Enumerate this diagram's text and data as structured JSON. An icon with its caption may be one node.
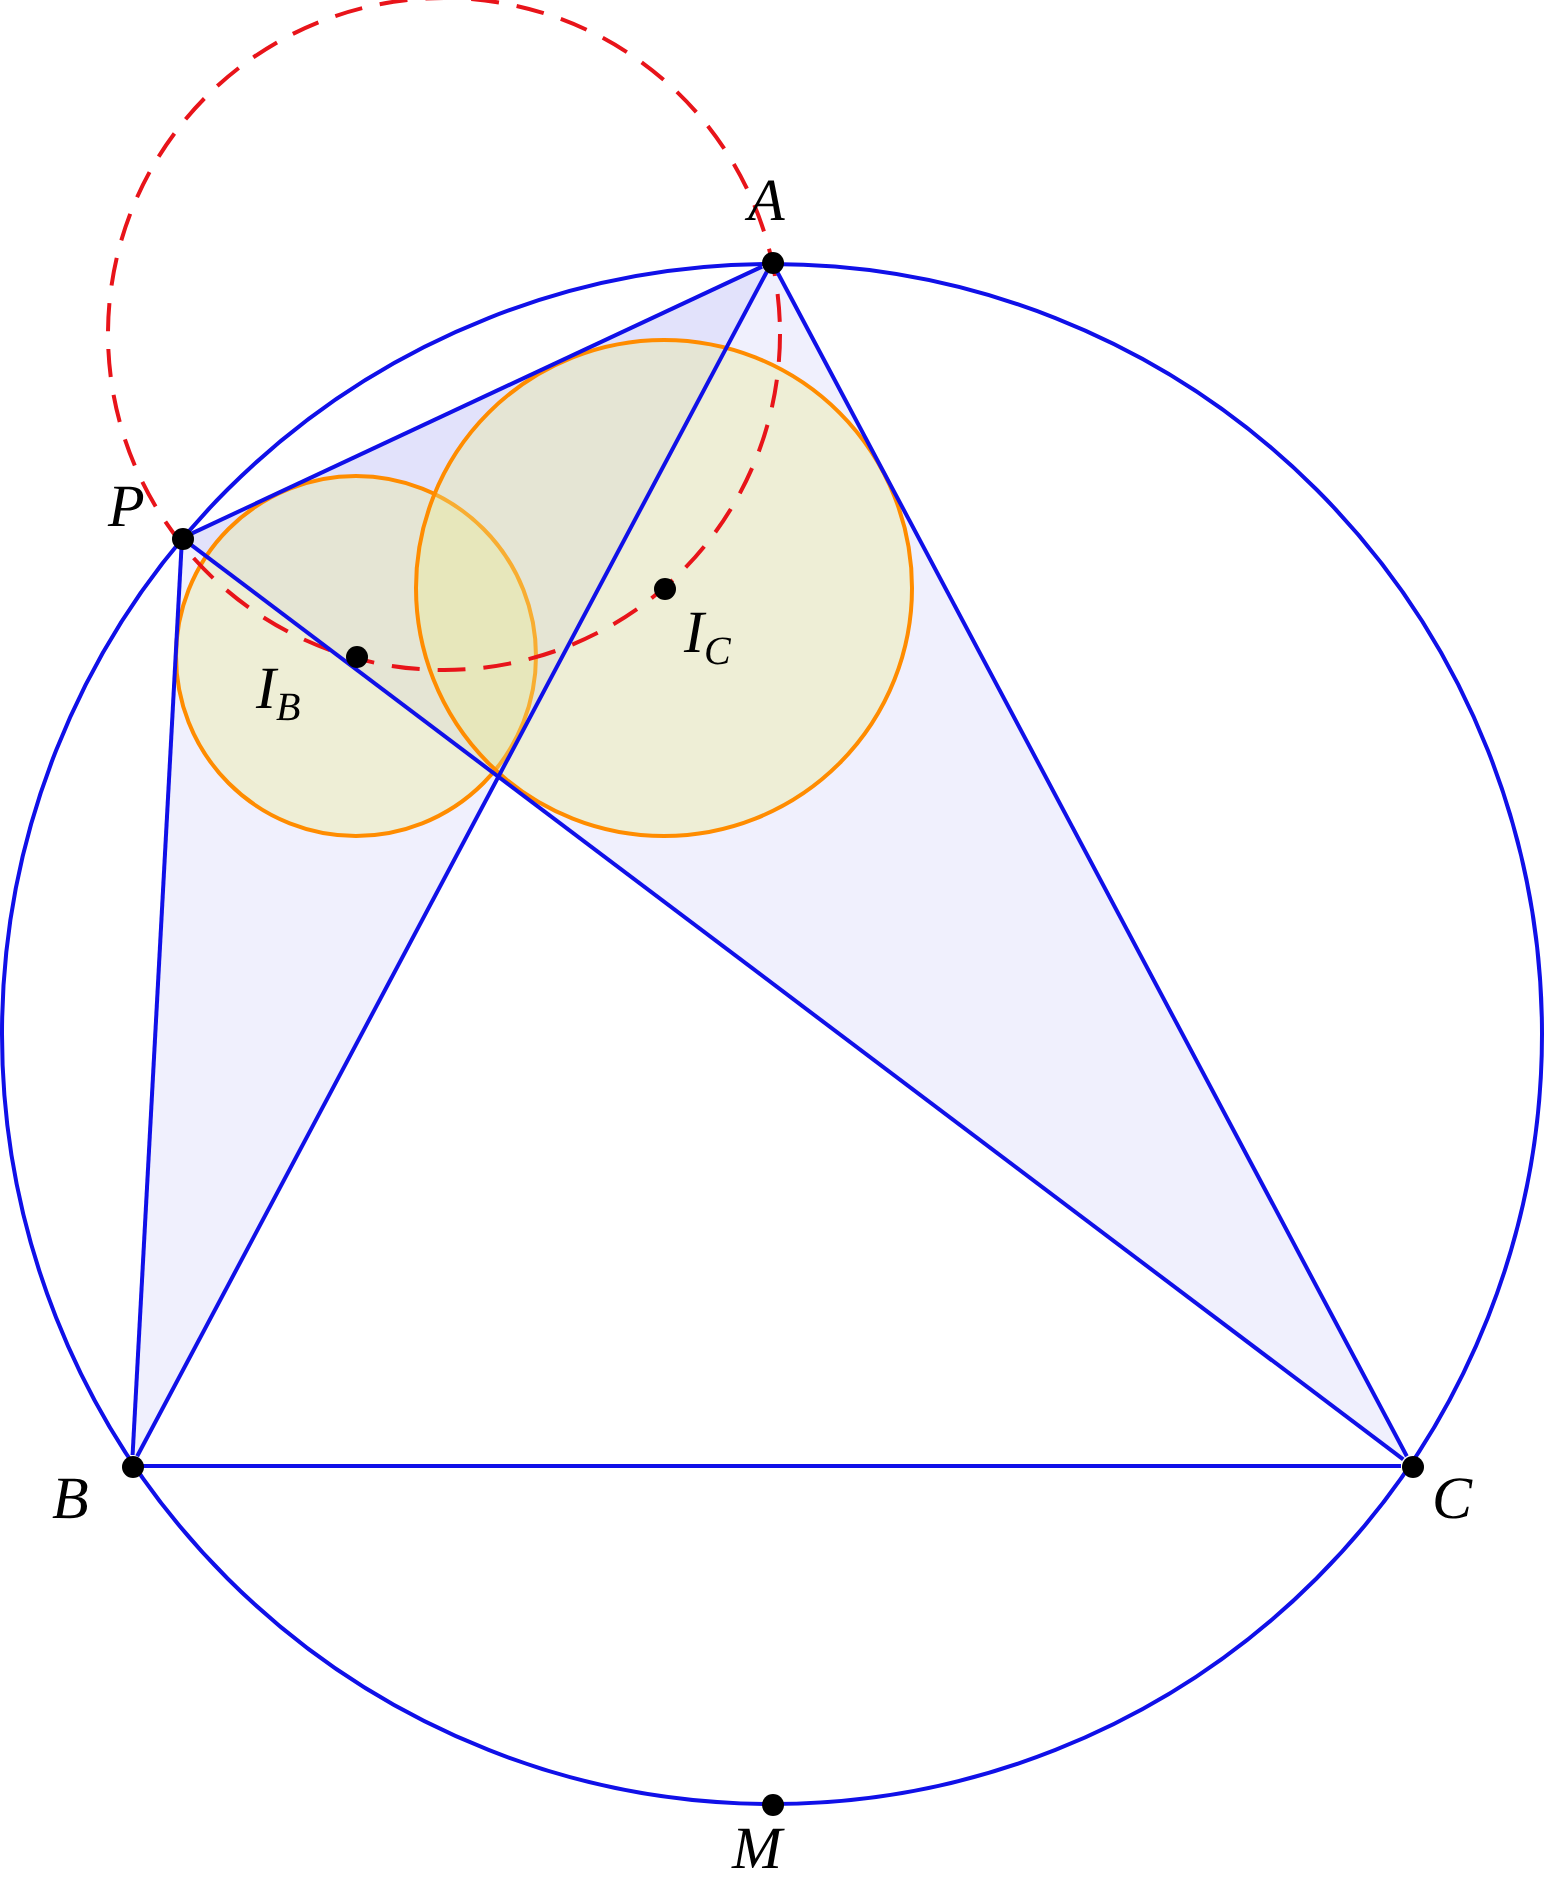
{
  "diagram": {
    "nodes": [
      {
        "text": [
          "A"
        ]
      },
      {
        "text": [
          "P"
        ]
      },
      {
        "text": [
          "I$_{B}$"
        ]
      },
      {
        "text": [
          "I$_{C}$"
        ]
      },
      {
        "text": [
          "B"
        ]
      },
      {
        "text": [
          "C"
        ]
      },
      {
        "text": [
          "M"
        ]
      }
    ],
    "edges": [
      {
        "from": 1,
        "to": 0,
        "arrow": "none"
      },
      {
        "from": 0,
        "to": 4,
        "arrow": "none"
      },
      {
        "from": 0,
        "to": 5,
        "arrow": "none"
      },
      {
        "from": 4,
        "to": 5,
        "arrow": "none"
      },
      {
        "from": 1,
        "to": 4,
        "arrow": "none"
      },
      {
        "from": 1,
        "to": 5,
        "arrow": "none"
      }
    ]
  }
}
